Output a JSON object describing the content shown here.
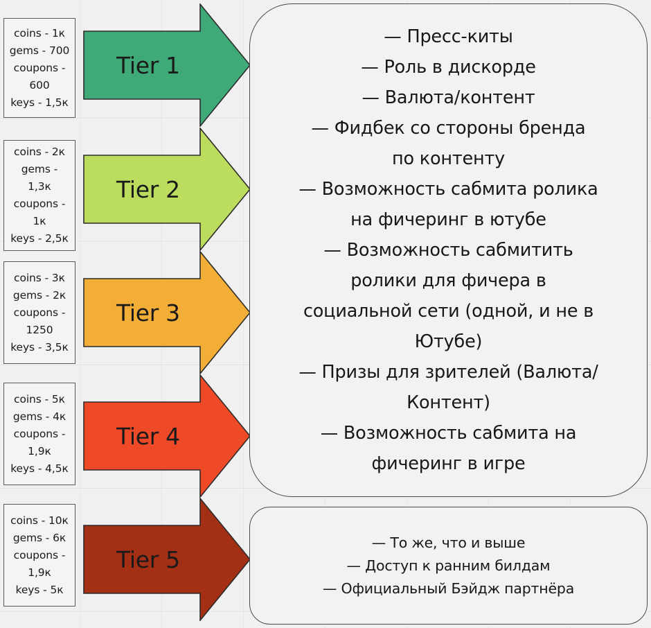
{
  "tiers": [
    {
      "label": "Tier 1",
      "color": "#3faa77",
      "costs": "coins - 1к\ngems - 700\ncoupons -\n600\nkeys - 1,5к"
    },
    {
      "label": "Tier 2",
      "color": "#bcdc5e",
      "costs": "coins - 2к\ngems -\n1,3к\ncoupons -\n1к\nkeys - 2,5к"
    },
    {
      "label": "Tier 3",
      "color": "#f2ae36",
      "costs": "coins - 3к\ngems - 2к\ncoupons -\n1250\nkeys - 3,5к"
    },
    {
      "label": "Tier 4",
      "color": "#ee4a28",
      "costs": "coins - 5к\ngems - 4к\ncoupons -\n1,9к\nkeys - 4,5к"
    },
    {
      "label": "Tier 5",
      "color": "#a32f15",
      "costs": "coins - 10к\ngems - 6к\ncoupons -\n1,9к\nkeys - 5к"
    }
  ],
  "main_panel": {
    "benefits": [
      "— Пресс-киты",
      "— Роль в дискорде",
      "— Валюта/контент",
      "— Фидбек со стороны бренда",
      "по контенту",
      "— Возможность сабмита ролика",
      "на фичеринг в ютубе",
      "— Возможность сабмитить",
      "ролики для фичера в",
      "социальной сети (одной, и не в",
      "Ютубе)",
      "— Призы для зрителей (Валюта/",
      "Контент)",
      "— Возможность сабмита на",
      "фичеринг в игре"
    ]
  },
  "bottom_panel": {
    "benefits": [
      "— То же, что и выше",
      "— Доступ к ранним билдам",
      "— Официальный Бэйдж партнёра"
    ]
  },
  "colors": {
    "background": "#f0f0f0",
    "panel_fill": "#f2f2f2",
    "panel_stroke": "#4a4a4a",
    "box_stroke": "#595959",
    "text": "#1a1a1a"
  }
}
